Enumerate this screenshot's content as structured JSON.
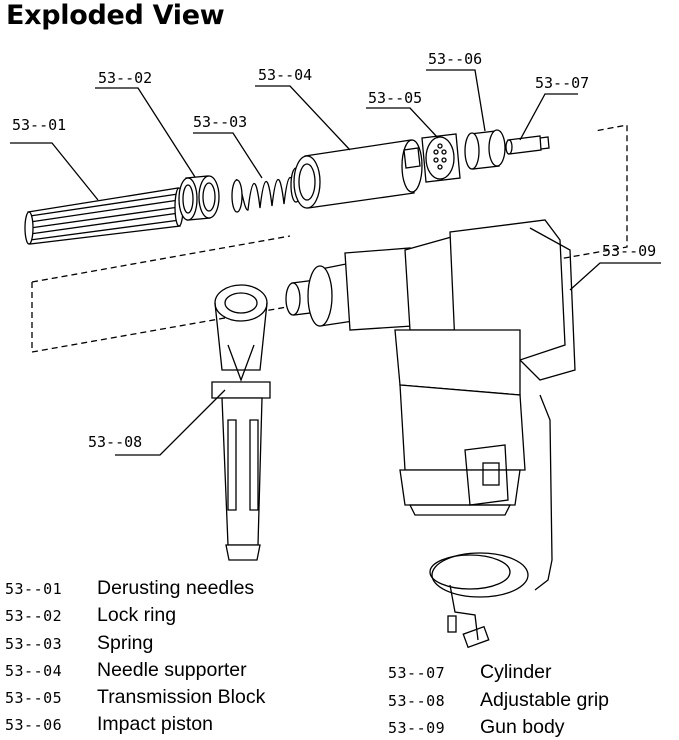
{
  "title": "Exploded View",
  "callouts": {
    "c01": "53--01",
    "c02": "53--02",
    "c03": "53--03",
    "c04": "53--04",
    "c05": "53--05",
    "c06": "53--06",
    "c07": "53--07",
    "c08": "53--08",
    "c09": "53--09"
  },
  "legend": [
    {
      "code": "53--01",
      "name": "Derusting needles"
    },
    {
      "code": "53--02",
      "name": "Lock ring"
    },
    {
      "code": "53--03",
      "name": "Spring"
    },
    {
      "code": "53--04",
      "name": "Needle supporter"
    },
    {
      "code": "53--05",
      "name": "Transmission Block"
    },
    {
      "code": "53--06",
      "name": "Impact piston"
    },
    {
      "code": "53--07",
      "name": "Cylinder"
    },
    {
      "code": "53--08",
      "name": "Adjustable grip"
    },
    {
      "code": "53--09",
      "name": "Gun body"
    }
  ]
}
